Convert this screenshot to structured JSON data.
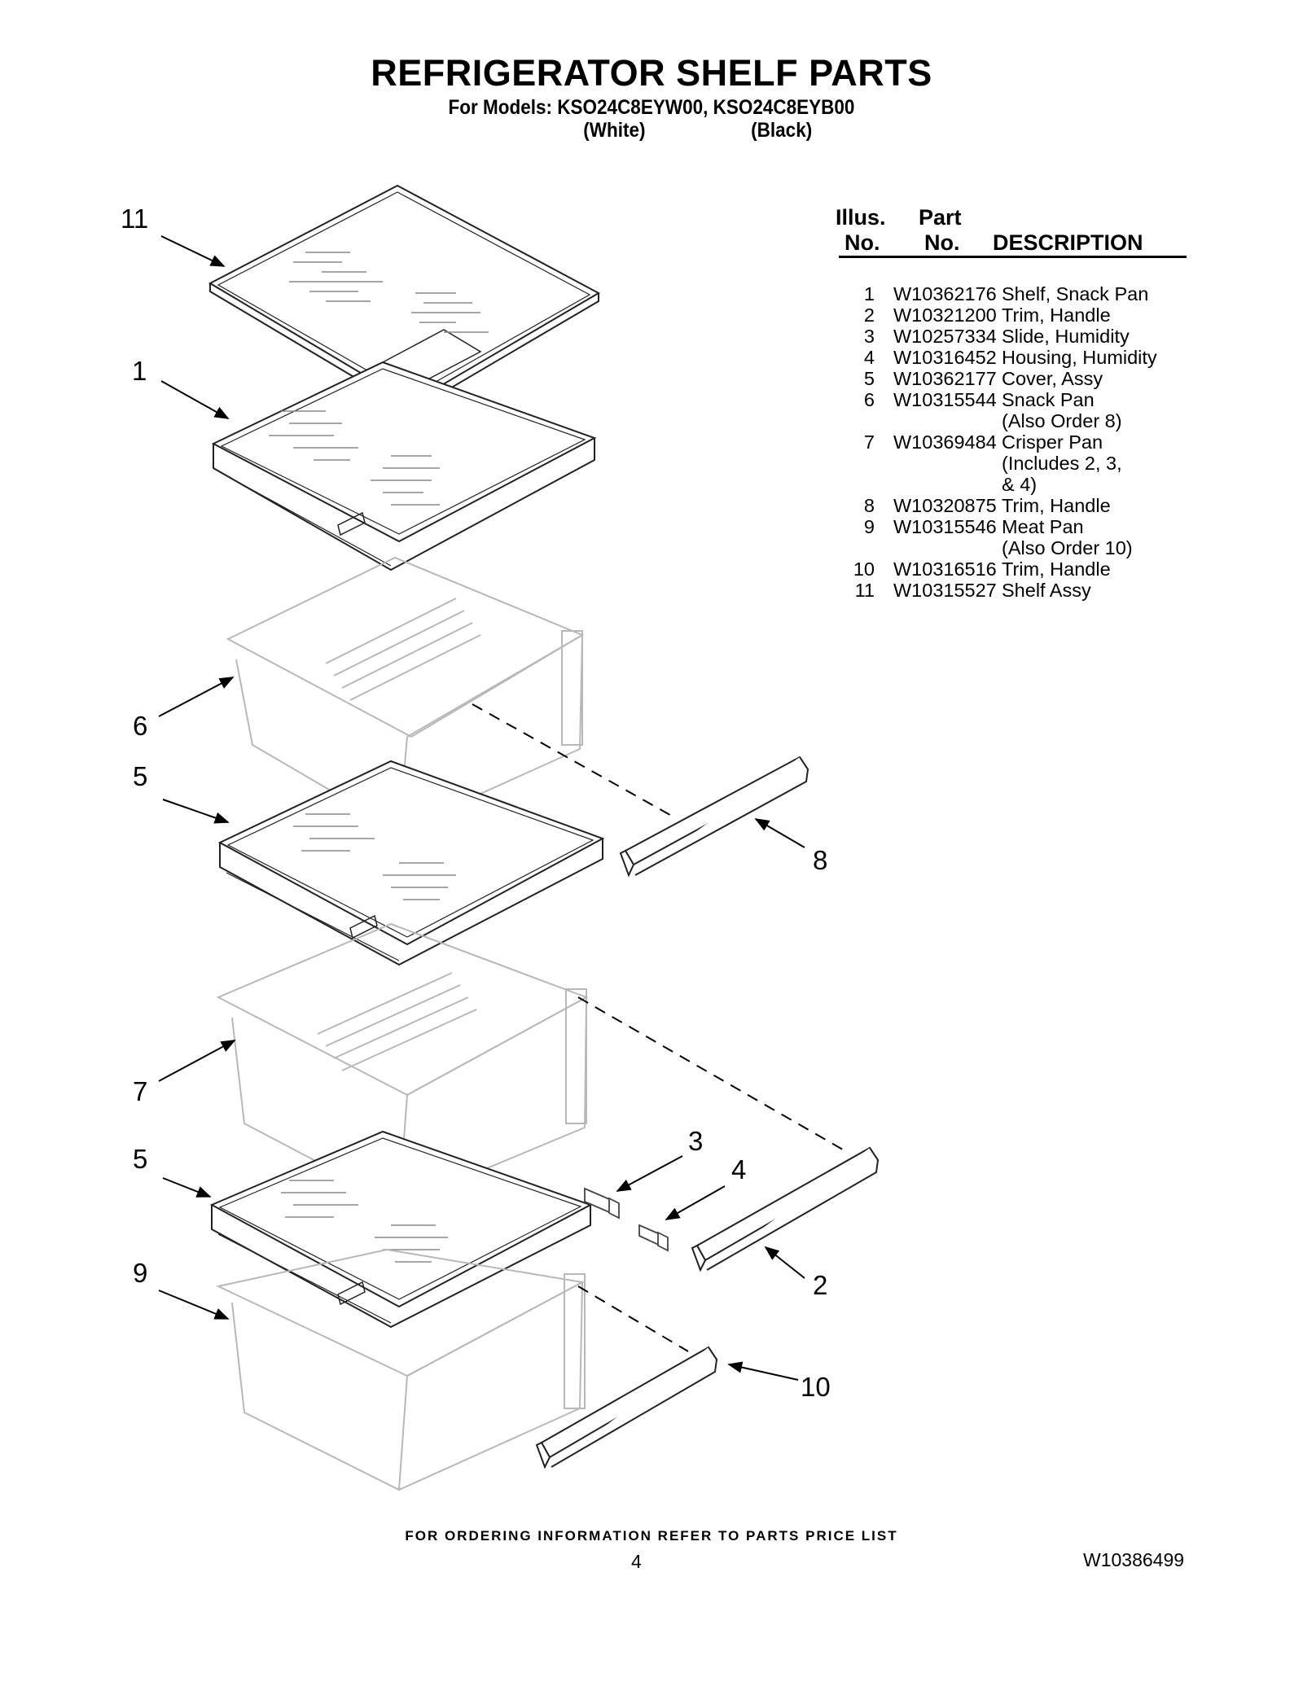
{
  "header": {
    "title": "REFRIGERATOR SHELF PARTS",
    "models_line": "For Models: KSO24C8EYW00, KSO24C8EYB00",
    "color_white": "(White)",
    "color_black": "(Black)"
  },
  "parts_table": {
    "col_illus_1": "Illus.",
    "col_illus_2": "No.",
    "col_part_1": "Part",
    "col_part_2": "No.",
    "col_desc": "DESCRIPTION",
    "rows": [
      {
        "illus": "1",
        "part": "W10362176",
        "desc": "Shelf, Snack Pan"
      },
      {
        "illus": "2",
        "part": "W10321200",
        "desc": "Trim, Handle"
      },
      {
        "illus": "3",
        "part": "W10257334",
        "desc": "Slide, Humidity"
      },
      {
        "illus": "4",
        "part": "W10316452",
        "desc": "Housing, Humidity"
      },
      {
        "illus": "5",
        "part": "W10362177",
        "desc": "Cover, Assy"
      },
      {
        "illus": "6",
        "part": "W10315544",
        "desc": "Snack Pan",
        "desc_cont": [
          "(Also Order 8)"
        ]
      },
      {
        "illus": "7",
        "part": "W10369484",
        "desc": "Crisper Pan",
        "desc_cont": [
          "(Includes 2, 3,",
          "& 4)"
        ]
      },
      {
        "illus": "8",
        "part": "W10320875",
        "desc": "Trim, Handle"
      },
      {
        "illus": "9",
        "part": "W10315546",
        "desc": "Meat Pan",
        "desc_cont": [
          "(Also Order 10)"
        ]
      },
      {
        "illus": "10",
        "part": "W10316516",
        "desc": "Trim, Handle"
      },
      {
        "illus": "11",
        "part": "W10315527",
        "desc": "Shelf Assy"
      }
    ]
  },
  "diagram": {
    "callouts": {
      "c11": "11",
      "c1": "1",
      "c6": "6",
      "c5a": "5",
      "c8": "8",
      "c7": "7",
      "c3": "3",
      "c4": "4",
      "c5b": "5",
      "c2": "2",
      "c9": "9",
      "c10": "10"
    }
  },
  "footer": {
    "ordering_note": "FOR ORDERING INFORMATION REFER TO PARTS PRICE LIST",
    "page_number": "4",
    "document_number": "W10386499"
  }
}
